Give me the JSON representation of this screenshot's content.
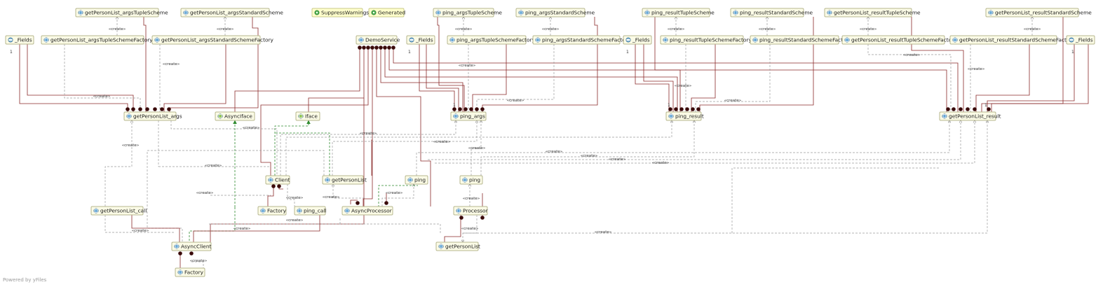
{
  "footer": "Powered by yFiles",
  "edge_label": "«create»",
  "mult_one": "1",
  "colors": {
    "node_fill": "#fbfbe6",
    "annotation_fill": "#ffffcc",
    "composition": "#8a2a2a",
    "dependency": "#9a9a9a",
    "realization": "#2e8b2e"
  },
  "icons": {
    "class": "class-icon",
    "interface": "interface-icon",
    "enum": "enum-icon",
    "annotation": "annotation-icon"
  },
  "nodes": [
    {
      "id": "gpla_tuple",
      "label": "getPersonList_argsTupleScheme",
      "kind": "class"
    },
    {
      "id": "gpla_std",
      "label": "getPersonList_argsStandardScheme",
      "kind": "class"
    },
    {
      "id": "suppress",
      "label": "SuppressWarnings",
      "kind": "annotation"
    },
    {
      "id": "generated",
      "label": "Generated",
      "kind": "annotation"
    },
    {
      "id": "pa_tuple",
      "label": "ping_argsTupleScheme",
      "kind": "class"
    },
    {
      "id": "pa_std",
      "label": "ping_argsStandardScheme",
      "kind": "class"
    },
    {
      "id": "pr_tuple",
      "label": "ping_resultTupleScheme",
      "kind": "class"
    },
    {
      "id": "pr_std",
      "label": "ping_resultStandardScheme",
      "kind": "class"
    },
    {
      "id": "gplr_tuple",
      "label": "getPersonList_resultTupleScheme",
      "kind": "class"
    },
    {
      "id": "gplr_std",
      "label": "getPersonList_resultStandardScheme",
      "kind": "class"
    },
    {
      "id": "fields1",
      "label": "_Fields",
      "kind": "enum"
    },
    {
      "id": "gpla_tuplef",
      "label": "getPersonList_argsTupleSchemeFactory",
      "kind": "class"
    },
    {
      "id": "gpla_stdf",
      "label": "getPersonList_argsStandardSchemeFactory",
      "kind": "class"
    },
    {
      "id": "demo",
      "label": "DemoService",
      "kind": "class"
    },
    {
      "id": "fields2",
      "label": "_Fields",
      "kind": "enum"
    },
    {
      "id": "pa_tuplef",
      "label": "ping_argsTupleSchemeFactory",
      "kind": "class"
    },
    {
      "id": "pa_stdf",
      "label": "ping_argsStandardSchemeFactory",
      "kind": "class"
    },
    {
      "id": "fields3",
      "label": "_Fields",
      "kind": "enum"
    },
    {
      "id": "pr_tuplef",
      "label": "ping_resultTupleSchemeFactory",
      "kind": "class"
    },
    {
      "id": "pr_stdf",
      "label": "ping_resultStandardSchemeFactory",
      "kind": "class"
    },
    {
      "id": "gplr_tuplef",
      "label": "getPersonList_resultTupleSchemeFactory",
      "kind": "class"
    },
    {
      "id": "gplr_stdf",
      "label": "getPersonList_resultStandardSchemeFactory",
      "kind": "class"
    },
    {
      "id": "fields4",
      "label": "_Fields",
      "kind": "enum"
    },
    {
      "id": "gpl_args",
      "label": "getPersonList_args",
      "kind": "class"
    },
    {
      "id": "asynciface",
      "label": "AsyncIface",
      "kind": "interface"
    },
    {
      "id": "iface",
      "label": "Iface",
      "kind": "interface"
    },
    {
      "id": "ping_args",
      "label": "ping_args",
      "kind": "class"
    },
    {
      "id": "ping_result",
      "label": "ping_result",
      "kind": "class"
    },
    {
      "id": "gpl_result",
      "label": "getPersonList_result",
      "kind": "class"
    },
    {
      "id": "client",
      "label": "Client",
      "kind": "class"
    },
    {
      "id": "getpersonlist_fn",
      "label": "getPersonList",
      "kind": "class"
    },
    {
      "id": "ping_fn",
      "label": "ping",
      "kind": "class"
    },
    {
      "id": "ping_fn2",
      "label": "ping",
      "kind": "class"
    },
    {
      "id": "gpl_call",
      "label": "getPersonList_call",
      "kind": "class"
    },
    {
      "id": "client_factory",
      "label": "Factory",
      "kind": "class"
    },
    {
      "id": "ping_call",
      "label": "ping_call",
      "kind": "class"
    },
    {
      "id": "asyncproc",
      "label": "AsyncProcessor",
      "kind": "class"
    },
    {
      "id": "processor",
      "label": "Processor",
      "kind": "class"
    },
    {
      "id": "asyncclient",
      "label": "AsyncClient",
      "kind": "class"
    },
    {
      "id": "getpersonlist_fn2",
      "label": "getPersonList",
      "kind": "class"
    },
    {
      "id": "ac_factory",
      "label": "Factory",
      "kind": "class"
    }
  ]
}
